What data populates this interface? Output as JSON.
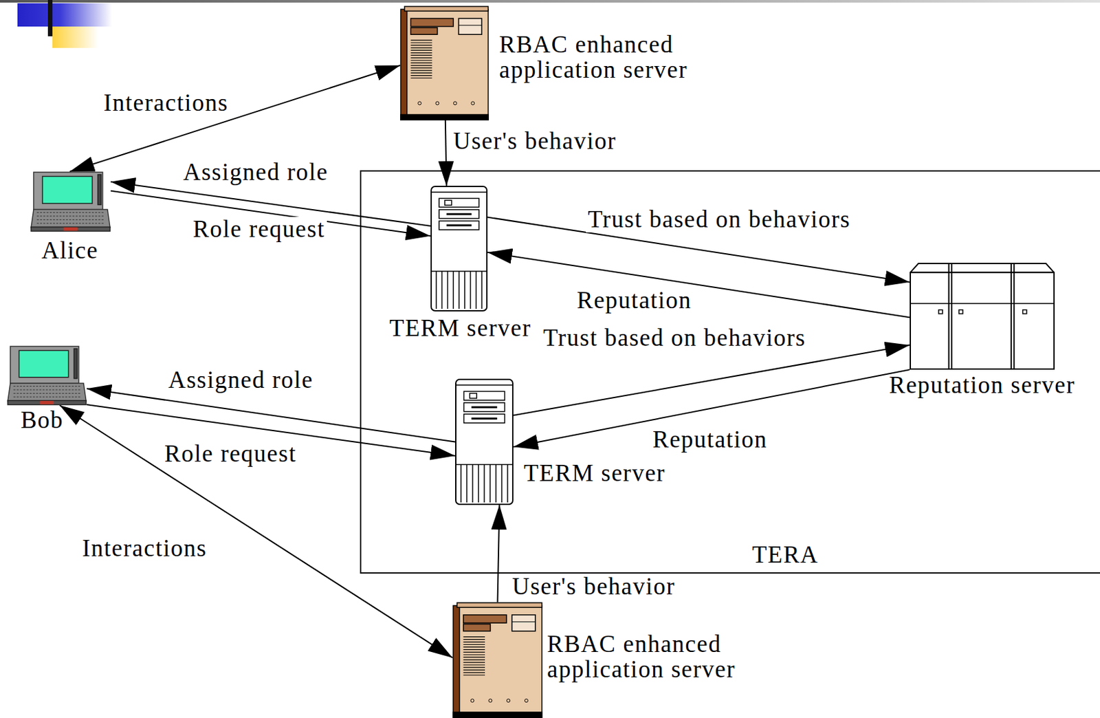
{
  "diagram": {
    "nodes": [
      {
        "text": [
          "RBAC enhanced application server"
        ]
      },
      {
        "text": [
          "Alice"
        ]
      },
      {
        "text": [
          "TERA"
        ]
      },
      {
        "text": [
          "TERM server"
        ],
        "in": 2
      },
      {
        "text": [
          "Reputation server"
        ],
        "in": 2
      },
      {
        "text": [
          "Bob"
        ]
      },
      {
        "text": [
          "TERM server"
        ],
        "in": 2
      },
      {
        "text": [
          "RBAC enhanced application server"
        ]
      }
    ],
    "edges": [
      {
        "from": 1,
        "to": 0,
        "label": "Interactions",
        "arrow": "both"
      },
      {
        "from": 0,
        "to": 3,
        "label": "User's behavior",
        "arrow": "to"
      },
      {
        "from": 3,
        "to": 1,
        "label": "Assigned role",
        "arrow": "to"
      },
      {
        "from": 1,
        "to": 3,
        "label": "Role request",
        "arrow": "to"
      },
      {
        "from": 3,
        "to": 4,
        "label": "Trust based on behaviors",
        "arrow": "to"
      },
      {
        "from": 4,
        "to": 3,
        "label": "Reputation",
        "arrow": "to"
      },
      {
        "from": 6,
        "to": 4,
        "label": "Trust based on behaviors",
        "arrow": "to"
      },
      {
        "from": 4,
        "to": 6,
        "label": "Reputation",
        "arrow": "to"
      },
      {
        "from": 6,
        "to": 5,
        "label": "Assigned role",
        "arrow": "to"
      },
      {
        "from": 5,
        "to": 6,
        "label": "Role request",
        "arrow": "to"
      },
      {
        "from": 5,
        "to": 7,
        "label": "Interactions",
        "arrow": "both"
      },
      {
        "from": 7,
        "to": 6,
        "label": "User's behavior",
        "arrow": "to"
      }
    ]
  }
}
